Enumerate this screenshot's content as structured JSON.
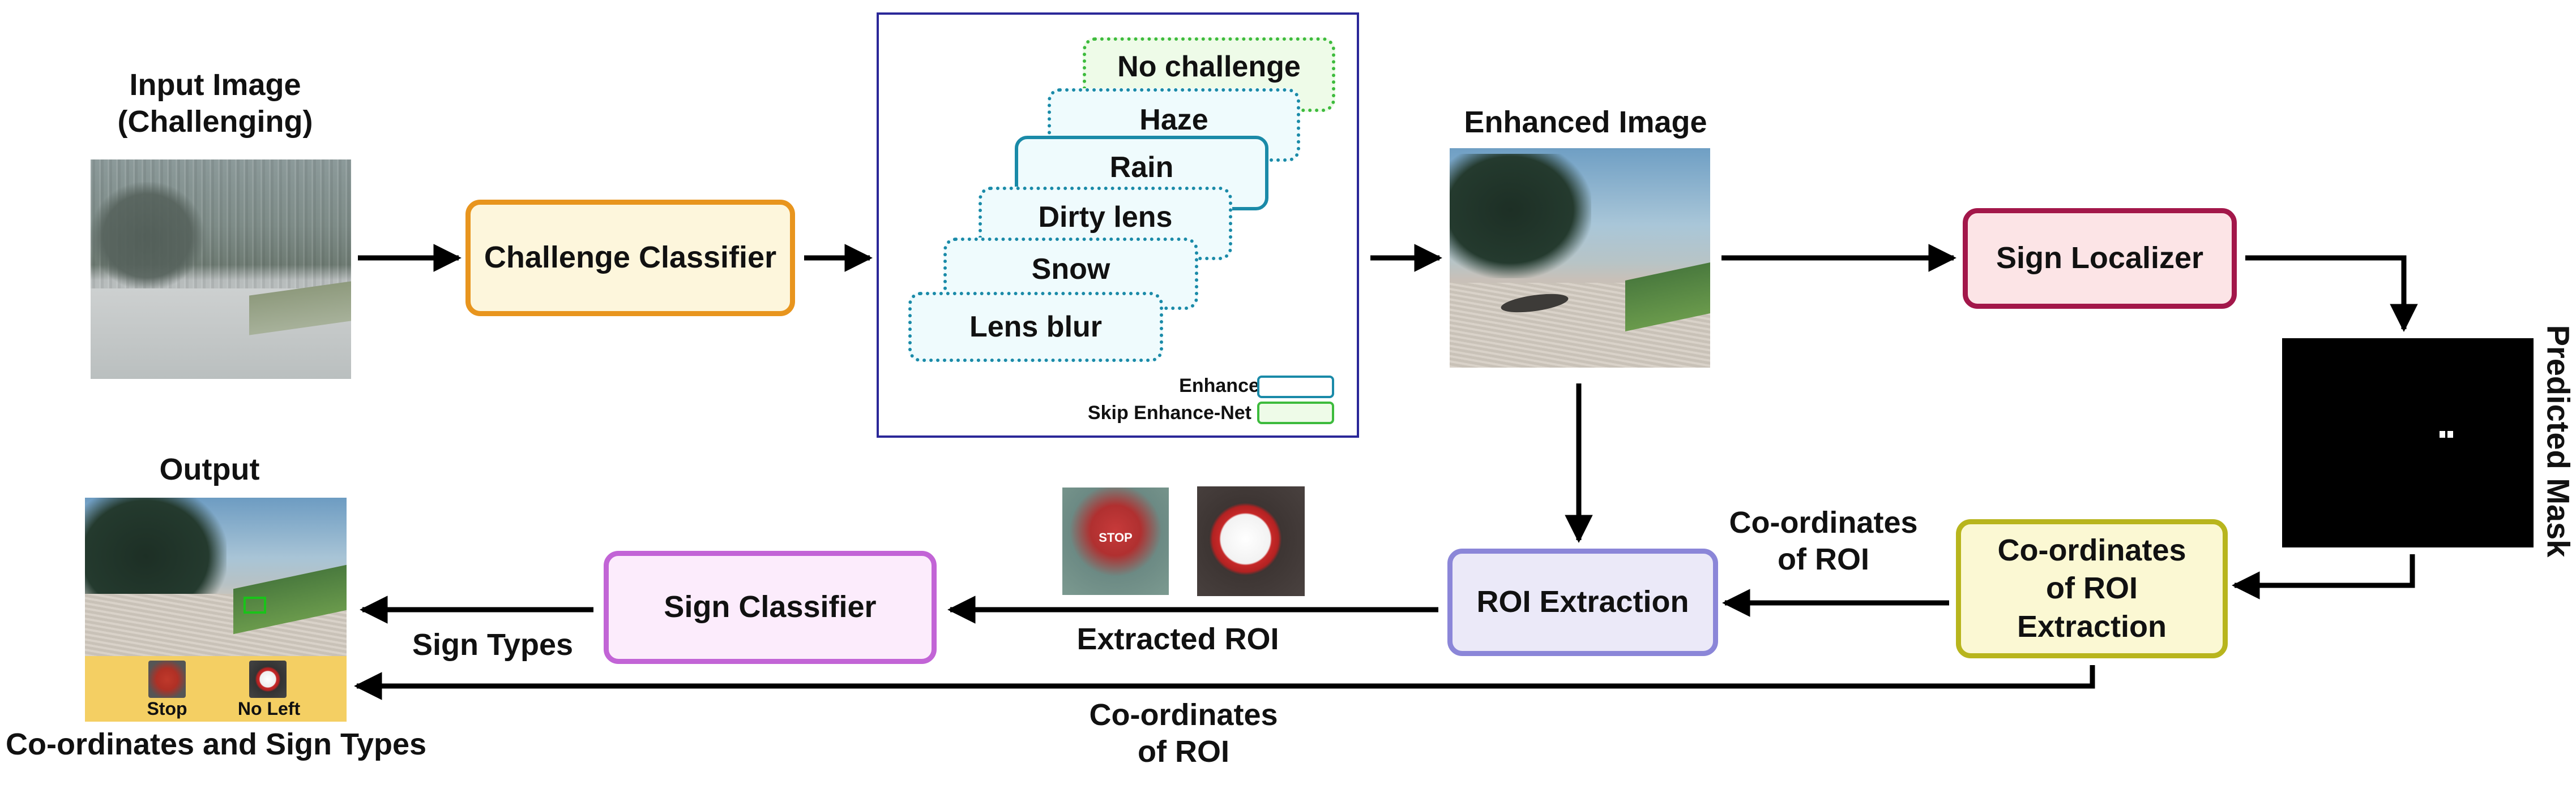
{
  "labels": {
    "input_image_line1": "Input Image",
    "input_image_line2": "(Challenging)",
    "enhanced_image": "Enhanced Image",
    "output": "Output",
    "predicted_mask": "Predicted Mask",
    "coords_and_types": "Co-ordinates and Sign Types"
  },
  "blocks": {
    "challenge_classifier": "Challenge Classifier",
    "sign_localizer": "Sign Localizer",
    "coords_extraction_line1": "Co-ordinates",
    "coords_extraction_line2": "of ROI",
    "coords_extraction_line3": "Extraction",
    "roi_extraction": "ROI Extraction",
    "sign_classifier": "Sign Classifier"
  },
  "challenges": [
    "No challenge",
    "Haze",
    "Rain",
    "Dirty lens",
    "Snow",
    "Lens blur"
  ],
  "legend": {
    "enhance_net": "Enhance-Net",
    "skip_enhance_net": "Skip Enhance-Net"
  },
  "edges": {
    "coords_of_roi_top_line1": "Co-ordinates",
    "coords_of_roi_top_line2": "of ROI",
    "extracted_roi": "Extracted ROI",
    "sign_types": "Sign Types",
    "coords_of_roi_bottom_line1": "Co-ordinates",
    "coords_of_roi_bottom_line2": "of ROI"
  },
  "output_signs": [
    "Stop",
    "No Left"
  ],
  "colors": {
    "challenge_classifier": "#e8951e",
    "sign_localizer": "#a3174a",
    "coords_extraction": "#b8b51d",
    "roi_extraction": "#8b86d8",
    "sign_classifier": "#c264d6",
    "enhance_net": "#1a8aa8",
    "skip_enhance_net": "#3dbb3d",
    "panel_border": "#2b2898"
  }
}
